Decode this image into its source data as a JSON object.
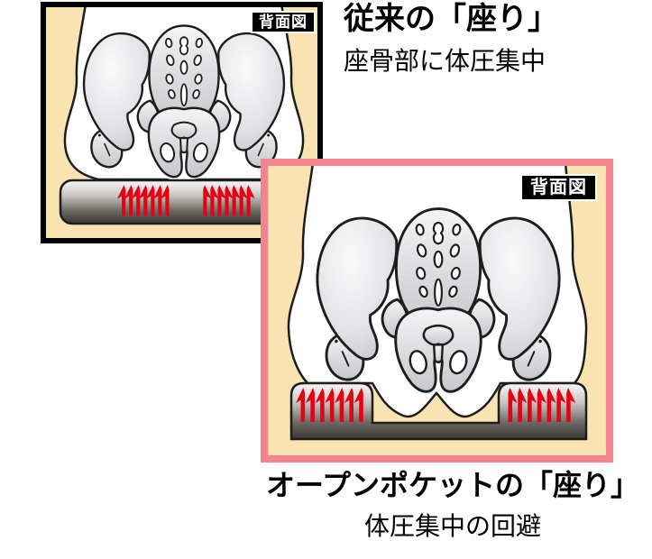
{
  "diagram": {
    "subject": "seat-pressure-comparison",
    "view": "rear"
  },
  "panels": [
    {
      "id": "conventional",
      "corner_label": "背面図",
      "caption_title": "従来の「座り」",
      "caption_subtitle": "座骨部に体圧集中",
      "pressure_arrow_groups": 2
    },
    {
      "id": "open-pocket",
      "corner_label": "背面図",
      "caption_title": "オープンポケットの「座り」",
      "caption_subtitle": "体圧集中の回避",
      "pressure_arrow_groups": 2
    }
  ],
  "illustration": {
    "arrows_per_group": 7
  },
  "colors": {
    "panel_background": "#F9E3B1",
    "panel1_border": "#000000",
    "panel2_border": "#F5838E",
    "arrow_red": "#E60014",
    "cushion_dark": "#3A3633",
    "bone_gray": "#D9D9DD",
    "label_background": "#000000",
    "label_text": "#FFFFFF"
  }
}
